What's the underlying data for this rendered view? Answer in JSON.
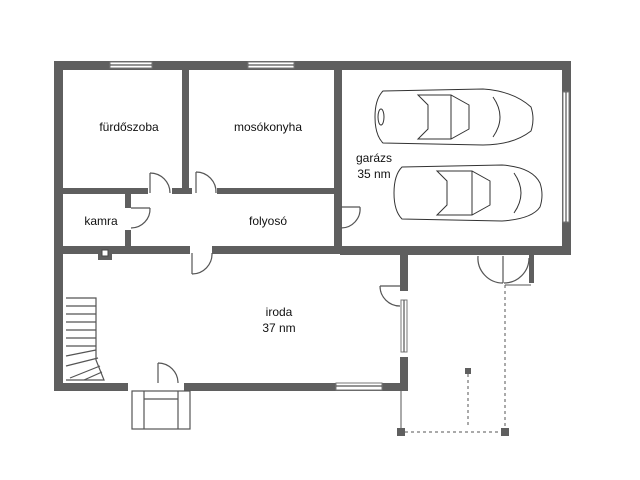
{
  "rooms": {
    "bathroom": "fürdőszoba",
    "laundry": "mosókonyha",
    "garage": "garázs",
    "garage_area": "35 nm",
    "pantry": "kamra",
    "corridor": "folyosó",
    "office": "iroda",
    "office_area": "37 nm"
  }
}
